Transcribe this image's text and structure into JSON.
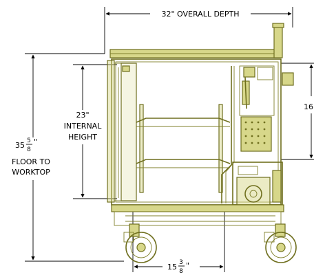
{
  "dimensions": {
    "overall_depth": "32\" OVERALL DEPTH",
    "internal_height": {
      "value": "23\"",
      "line1": "INTERNAL",
      "line2": "HEIGHT"
    },
    "floor_to_worktop": {
      "whole": "35",
      "num": "5",
      "den": "8",
      "inch": "\"",
      "line1": "FLOOR TO",
      "line2": "WORKTOP"
    },
    "right_height": "16",
    "bottom_width": {
      "whole": "15",
      "num": "3",
      "den": "8",
      "inch": "\""
    }
  },
  "colors": {
    "outline": "#6f6f1e",
    "fill": "#d7d78a",
    "dimension": "#000000"
  }
}
